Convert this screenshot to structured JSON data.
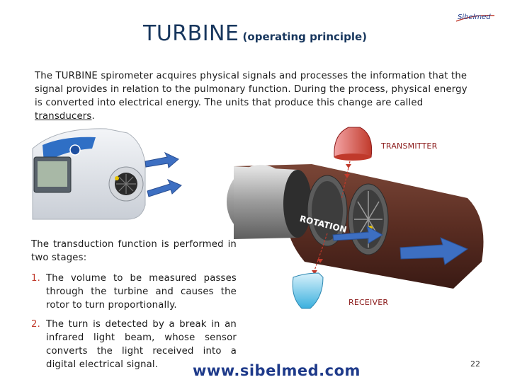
{
  "logo": {
    "text": "Sibelmed"
  },
  "title": {
    "main": "TURBINE",
    "sub": "(operating principle)"
  },
  "intro": {
    "before": "The TURBINE spirometer acquires physical signals and processes the information that the signal provides in relation to the pulmonary function. During the process, physical energy is converted into electrical energy. The units that produce this change are called ",
    "underlined": "transducers",
    "after": "."
  },
  "diagram": {
    "transmitter_label": "TRANSMITTER",
    "receiver_label": "RECEIVER",
    "rotation_label": "ROTATION"
  },
  "stages": {
    "lead": "The transduction function is performed in two stages:",
    "items": [
      {
        "num": "1.",
        "text": "The volume to be measured passes through the turbine and causes the rotor to turn proportionally."
      },
      {
        "num": "2.",
        "text": "The turn is detected by a break in an infrared light beam, whose sensor converts the light received into a digital electrical signal."
      }
    ]
  },
  "footer": {
    "url": "www.sibelmed.com",
    "page": "22"
  },
  "colors": {
    "title": "#17365d",
    "arrow": "#3d6fc2",
    "label": "#8b1a1a",
    "tube": "#6b3a2a"
  }
}
